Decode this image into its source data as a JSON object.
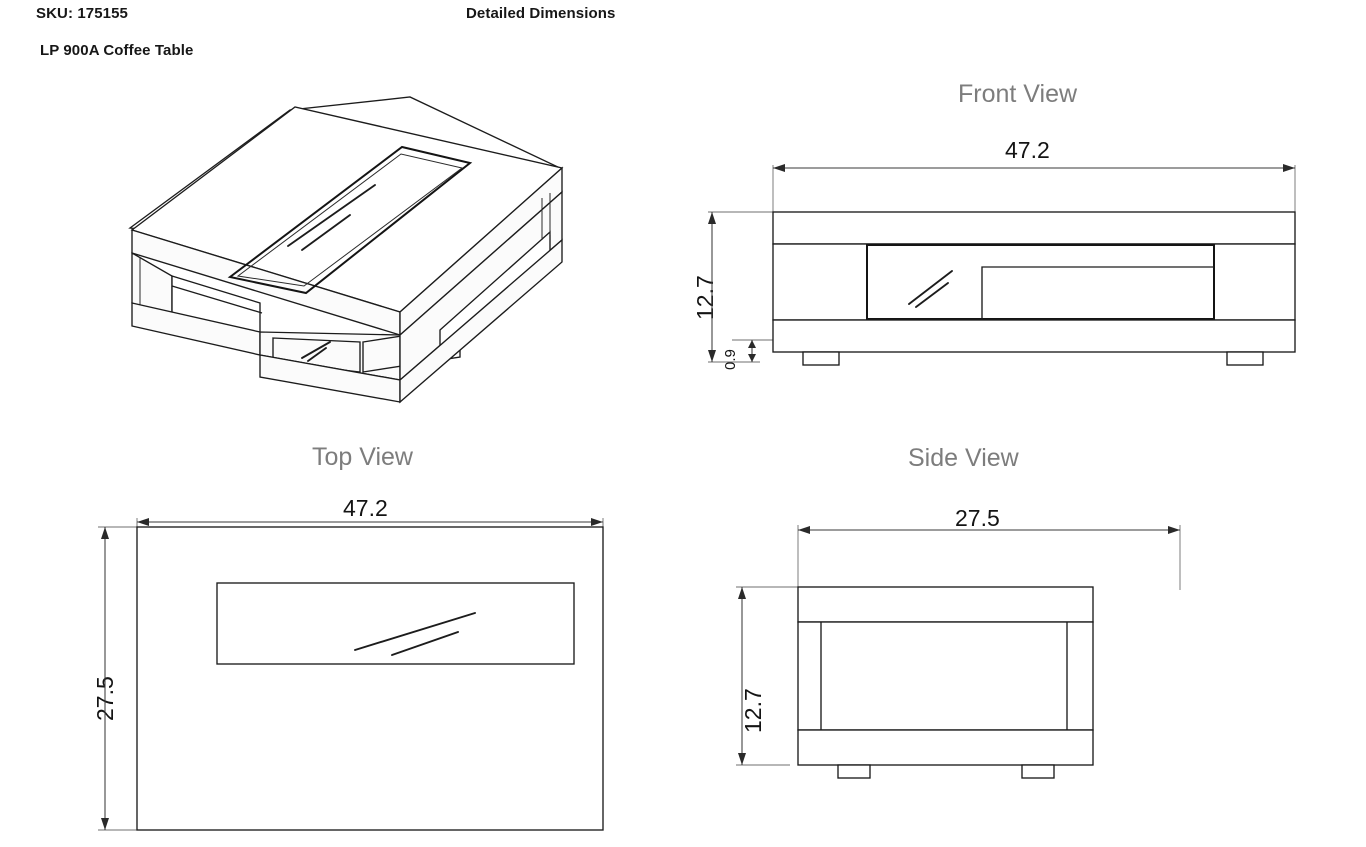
{
  "header": {
    "sku": "SKU: 175155",
    "doc_title": "Detailed Dimensions",
    "product_name": "LP 900A Coffee Table"
  },
  "views": {
    "isometric": {
      "title": ""
    },
    "front": {
      "title": "Front View"
    },
    "top": {
      "title": "Top View"
    },
    "side": {
      "title": "Side View"
    }
  },
  "dimensions": {
    "front_width": "47.2",
    "front_height": "12.7",
    "front_foot_height": "0.9",
    "top_width": "47.2",
    "top_depth": "27.5",
    "side_width": "27.5",
    "side_height": "12.7"
  },
  "colors": {
    "line": "#1c1c1c",
    "title_gray": "#7d7d7d",
    "text": "#171717",
    "dimension_line": "#3a3a3a",
    "background": "#ffffff"
  },
  "chart_data": {
    "type": "table",
    "title": "LP 900A Coffee Table — Detailed Dimensions",
    "units": "inches",
    "categories": [
      "Width",
      "Depth",
      "Height",
      "Foot Height"
    ],
    "values": [
      47.2,
      27.5,
      12.7,
      0.9
    ],
    "series": [
      {
        "name": "Front View",
        "labels": [
          "Width",
          "Height",
          "Foot Height"
        ],
        "values": [
          47.2,
          12.7,
          0.9
        ]
      },
      {
        "name": "Top View",
        "labels": [
          "Width",
          "Depth"
        ],
        "values": [
          47.2,
          27.5
        ]
      },
      {
        "name": "Side View",
        "labels": [
          "Width",
          "Height"
        ],
        "values": [
          27.5,
          12.7
        ]
      }
    ]
  }
}
